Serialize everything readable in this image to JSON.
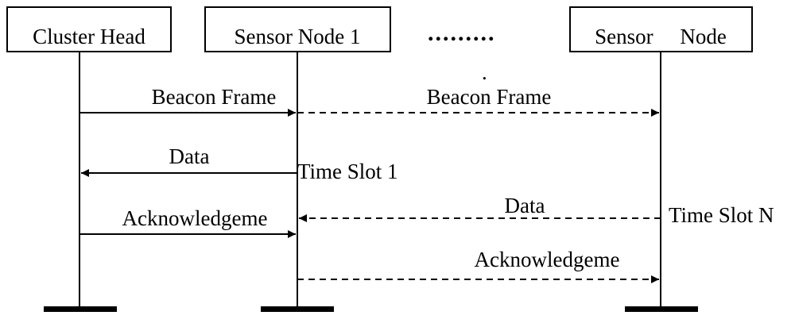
{
  "diagram": {
    "participants": [
      {
        "id": "cluster-head",
        "label": "Cluster Head"
      },
      {
        "id": "sensor-node-1",
        "label": "Sensor Node 1"
      },
      {
        "id": "sensor-node-n",
        "label": "Sensor     Node"
      }
    ],
    "ellipsis": ".........",
    "ellipsis_dot": ".",
    "messages": [
      {
        "id": "beacon-1",
        "label": "Beacon Frame",
        "style": "solid"
      },
      {
        "id": "beacon-2",
        "label": "Beacon Frame",
        "style": "dashed"
      },
      {
        "id": "data-1",
        "label": "Data",
        "style": "solid"
      },
      {
        "id": "ack-1",
        "label": "Acknowledgeme",
        "style": "solid"
      },
      {
        "id": "data-n",
        "label": "Data",
        "style": "dashed"
      },
      {
        "id": "ack-n",
        "label": "Acknowledgeme",
        "style": "dashed"
      }
    ],
    "time_slots": [
      {
        "id": "time-slot-1",
        "label": "Time Slot 1"
      },
      {
        "id": "time-slot-n",
        "label": "Time Slot N"
      }
    ]
  }
}
